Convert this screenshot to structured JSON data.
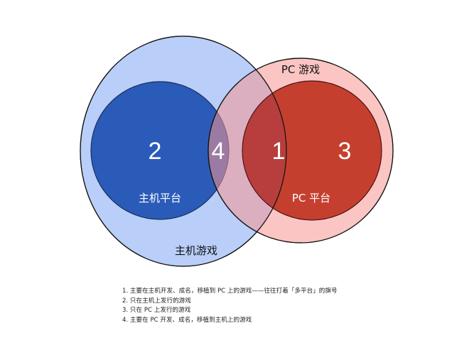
{
  "diagram": {
    "type": "venn",
    "sets": [
      {
        "id": "console_games",
        "label": "主机游戏",
        "fill": "#B9CEF8",
        "stroke": "#111111"
      },
      {
        "id": "pc_games",
        "label": "PC 游戏",
        "fill": "#F9AAA6",
        "stroke": "#111111"
      },
      {
        "id": "console_platform",
        "label": "主机平台",
        "fill": "#2B5BB8",
        "stroke": "#1B2E5A"
      },
      {
        "id": "pc_platform",
        "label": "PC 平台",
        "fill": "#C53F2F",
        "stroke": "#4A1010"
      }
    ],
    "regions": [
      {
        "number": "1",
        "description": "主要在主机开发、成名，移植到 PC 上的游戏——往往打着「多平台」的旗号"
      },
      {
        "number": "2",
        "description": "只在主机上发行的游戏"
      },
      {
        "number": "3",
        "description": "只在 PC 上发行的游戏"
      },
      {
        "number": "4",
        "description": "主要在 PC 开发、成名，移植到主机上的游戏"
      }
    ]
  },
  "labels": {
    "console_games": "主机游戏",
    "pc_games": "PC 游戏",
    "console_platform": "主机平台",
    "pc_platform": "PC 平台"
  },
  "numbers": {
    "r1": "1",
    "r2": "2",
    "r3": "3",
    "r4": "4"
  },
  "notes": [
    "1. 主要在主机开发、成名，移植到 PC 上的游戏——往往打着「多平台」的旗号",
    "2. 只在主机上发行的游戏",
    "3. 只在 PC 上发行的游戏",
    "4. 主要在 PC 开发、成名，移植到主机上的游戏"
  ]
}
